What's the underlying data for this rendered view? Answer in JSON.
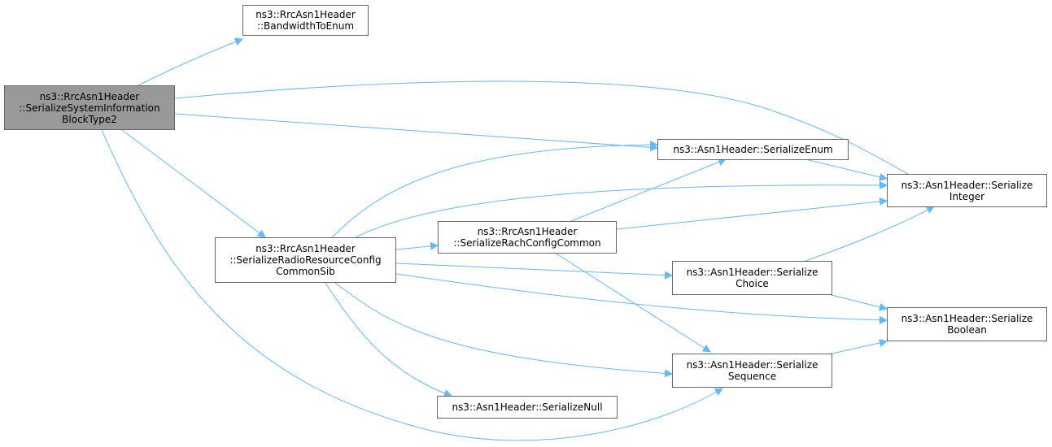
{
  "colors": {
    "edge": "#63b8ff",
    "root_fill": "#999999",
    "node_fill": "#ffffff",
    "node_border": "#666666"
  },
  "nodes": {
    "root": {
      "lines": [
        "ns3::RrcAsn1Header",
        "::SerializeSystemInformation",
        "BlockType2"
      ]
    },
    "bandwidth_to_enum": {
      "lines": [
        "ns3::RrcAsn1Header",
        "::BandwidthToEnum"
      ]
    },
    "serialize_radio_resource_config_common_sib": {
      "lines": [
        "ns3::RrcAsn1Header",
        "::SerializeRadioResourceConfig",
        "CommonSib"
      ]
    },
    "serialize_enum": {
      "lines": [
        "ns3::Asn1Header::SerializeEnum"
      ]
    },
    "serialize_rach_config_common": {
      "lines": [
        "ns3::RrcAsn1Header",
        "::SerializeRachConfigCommon"
      ]
    },
    "serialize_integer": {
      "lines": [
        "ns3::Asn1Header::Serialize",
        "Integer"
      ]
    },
    "serialize_choice": {
      "lines": [
        "ns3::Asn1Header::Serialize",
        "Choice"
      ]
    },
    "serialize_boolean": {
      "lines": [
        "ns3::Asn1Header::Serialize",
        "Boolean"
      ]
    },
    "serialize_sequence": {
      "lines": [
        "ns3::Asn1Header::Serialize",
        "Sequence"
      ]
    },
    "serialize_null": {
      "lines": [
        "ns3::Asn1Header::SerializeNull"
      ]
    }
  }
}
